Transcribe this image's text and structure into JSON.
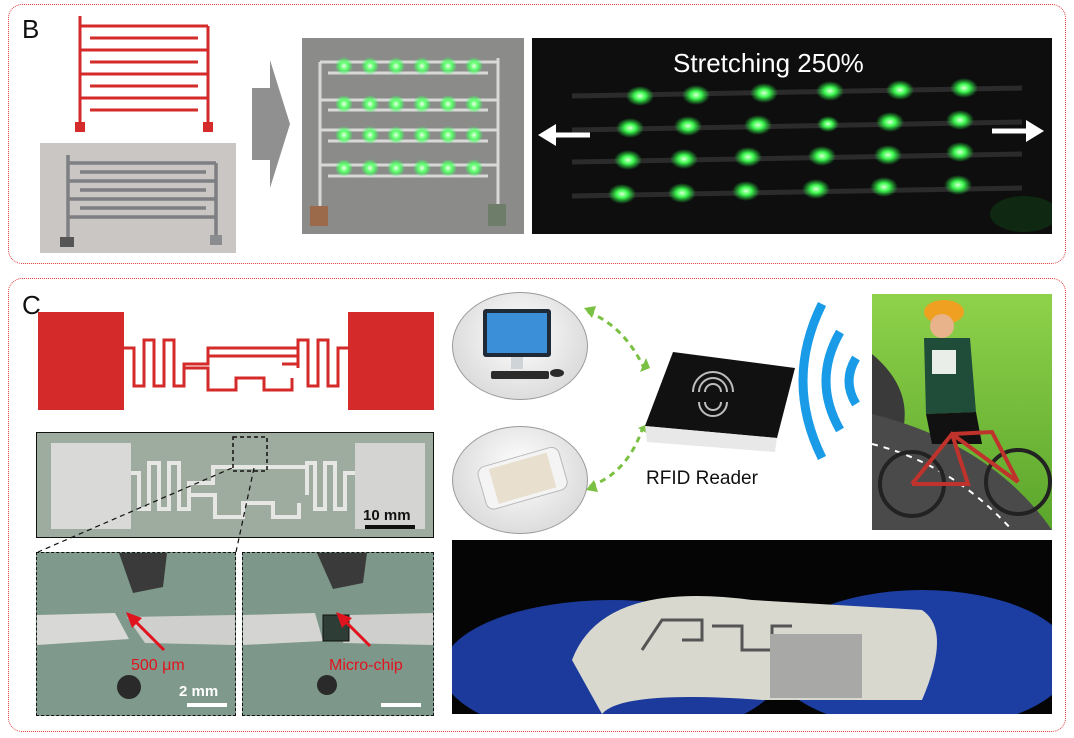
{
  "figure": {
    "panel_b": {
      "label": "B",
      "stretch_text": "Stretching 250%"
    },
    "panel_c": {
      "label": "C",
      "scale_10mm": "10 mm",
      "gap_label": "500 μm",
      "scale_2mm": "2 mm",
      "chip_label": "Micro-chip",
      "reader_label": "RFID Reader"
    },
    "colors": {
      "panel_border": "#e23a3a",
      "led_green": "#36ff5a",
      "trace_red": "#d42a2a",
      "wifi_blue": "#1a9be8",
      "annotation_red": "#e0141e"
    }
  }
}
